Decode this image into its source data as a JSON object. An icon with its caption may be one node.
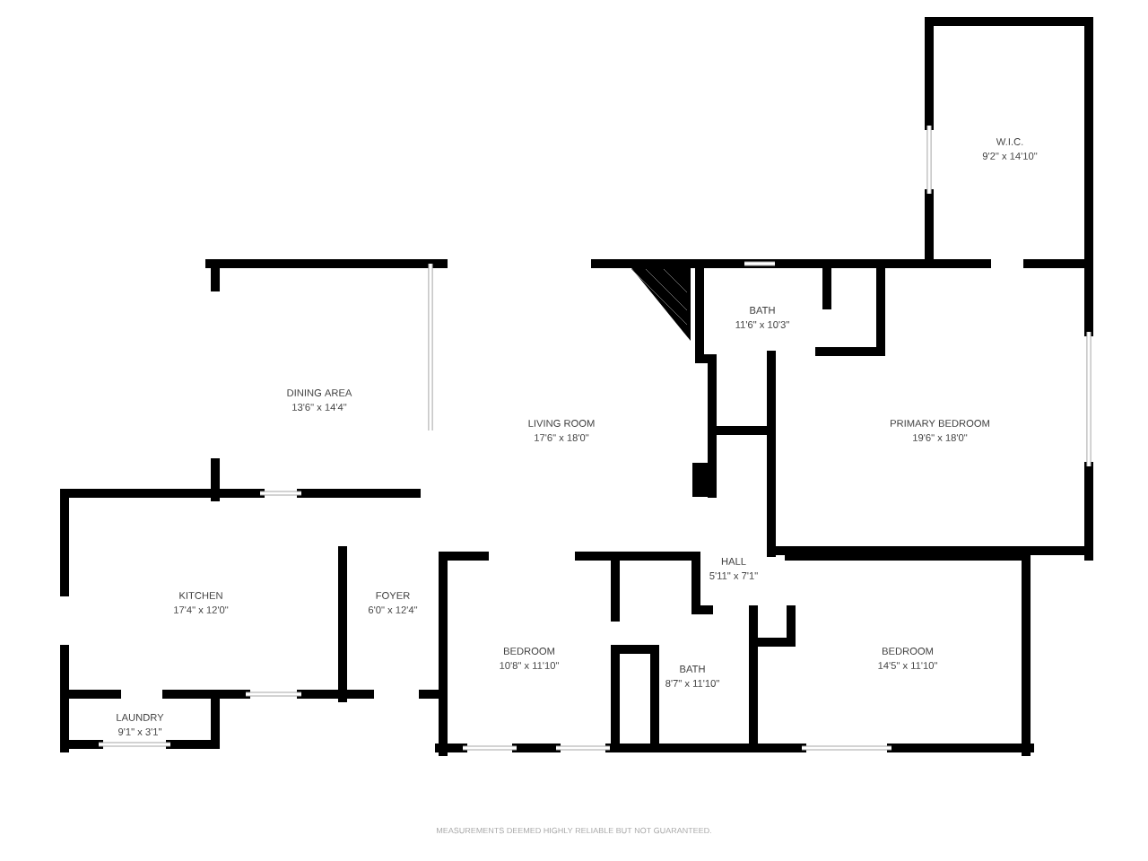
{
  "diagram": {
    "nodes": [
      {
        "text": [
          "W.I.C.",
          "9'2\" x 14'10\""
        ]
      },
      {
        "text": [
          "BATH",
          "11'6\" x 10'3\""
        ]
      },
      {
        "text": [
          "DINING AREA",
          "13'6\" x 14'4\""
        ]
      },
      {
        "text": [
          "LIVING ROOM",
          "17'6\" x 18'0\""
        ]
      },
      {
        "text": [
          "PRIMARY BEDROOM",
          "19'6\" x 18'0\""
        ]
      },
      {
        "text": [
          "HALL",
          "5'11\" x 7'1\""
        ]
      },
      {
        "text": [
          "KITCHEN",
          "17'4\" x 12'0\""
        ]
      },
      {
        "text": [
          "FOYER",
          "6'0\" x 12'4\""
        ]
      },
      {
        "text": [
          "BEDROOM",
          "10'8\" x 11'10\""
        ]
      },
      {
        "text": [
          "BATH",
          "8'7\" x 11'10\""
        ]
      },
      {
        "text": [
          "BEDROOM",
          "14'5\" x 11'10\""
        ]
      },
      {
        "text": [
          "LAUNDRY",
          "9'1\" x 3'1\""
        ]
      }
    ],
    "labels": [
      "MEASUREMENTS DEEMED HIGHLY RELIABLE BUT NOT GUARANTEED."
    ]
  }
}
